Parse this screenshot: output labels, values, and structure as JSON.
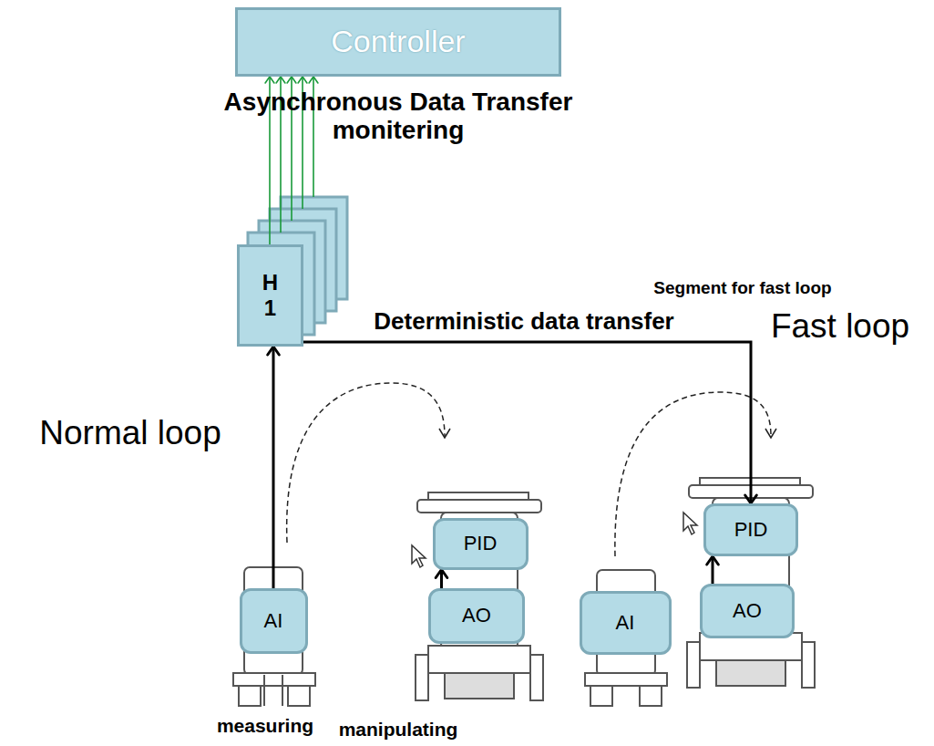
{
  "diagram": {
    "nodes": [
      {
        "text": [
          "Controller"
        ]
      },
      {
        "text": [
          "H 1"
        ]
      },
      {
        "text": [
          "AI"
        ]
      },
      {
        "text": [
          "PID"
        ]
      },
      {
        "text": [
          "AO"
        ]
      },
      {
        "text": [
          "AI"
        ]
      },
      {
        "text": [
          "PID"
        ]
      },
      {
        "text": [
          "AO"
        ]
      }
    ],
    "edges": [
      {
        "from": 1,
        "to": 0,
        "arrow": "to"
      },
      {
        "from": 2,
        "to": 1,
        "arrow": "to"
      },
      {
        "from": 2,
        "to": 3,
        "arrow": "to"
      },
      {
        "from": 1,
        "to": 6,
        "arrow": "to"
      },
      {
        "from": 5,
        "to": 6,
        "arrow": "to"
      }
    ],
    "labels": [
      "Asynchronous Data Transfer",
      "monitering",
      "Segment for fast loop",
      "Deterministic data transfer",
      "Fast loop",
      "Normal loop",
      "measuring",
      "manipulating"
    ]
  }
}
